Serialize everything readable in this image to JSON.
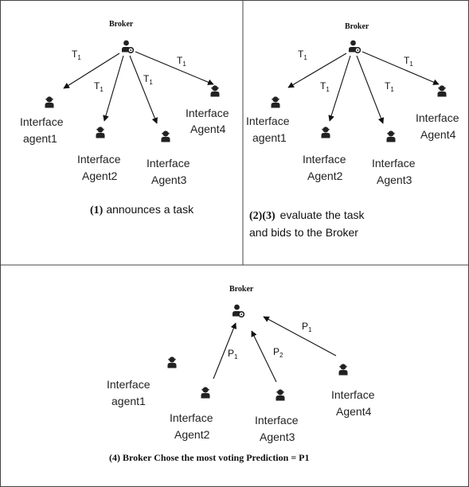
{
  "panel1": {
    "broker_label": "Broker",
    "edge_labels": [
      "T",
      "T",
      "T",
      "T"
    ],
    "edge_subscript": "1",
    "agents": [
      {
        "line1": "Interface",
        "line2": "agent1"
      },
      {
        "line1": "Interface",
        "line2": "Agent2"
      },
      {
        "line1": "Interface",
        "line2": "Agent3"
      },
      {
        "line1": "Interface",
        "line2": "Agent4"
      }
    ],
    "caption_number": "(1)",
    "caption_text": "announces a task"
  },
  "panel2": {
    "broker_label": "Broker",
    "edge_labels": [
      "T",
      "T",
      "T",
      "T"
    ],
    "edge_subscript": "1",
    "agents": [
      {
        "line1": "Interface",
        "line2": "agent1"
      },
      {
        "line1": "Interface",
        "line2": "Agent2"
      },
      {
        "line1": "Interface",
        "line2": "Agent3"
      },
      {
        "line1": "Interface",
        "line2": "Agent4"
      }
    ],
    "caption_number": "(2)(3)",
    "caption_line1": "evaluate the task",
    "caption_line2": "and bids to the Broker"
  },
  "panel3": {
    "broker_label": "Broker",
    "edge_labels": [
      {
        "main": "P",
        "sub": "1"
      },
      {
        "main": "P",
        "sub": "2"
      },
      {
        "main": "P",
        "sub": "1"
      }
    ],
    "agents": [
      {
        "line1": "Interface",
        "line2": "agent1"
      },
      {
        "line1": "Interface",
        "line2": "Agent2"
      },
      {
        "line1": "Interface",
        "line2": "Agent3"
      },
      {
        "line1": "Interface",
        "line2": "Agent4"
      }
    ],
    "caption": "(4) Broker Chose the most voting Prediction = P1"
  },
  "icons": {
    "broker": "broker-person-gear-icon",
    "agent": "agent-person-icon"
  },
  "colors": {
    "border": "#444444",
    "icon": "#222222",
    "arrow": "#111111"
  }
}
